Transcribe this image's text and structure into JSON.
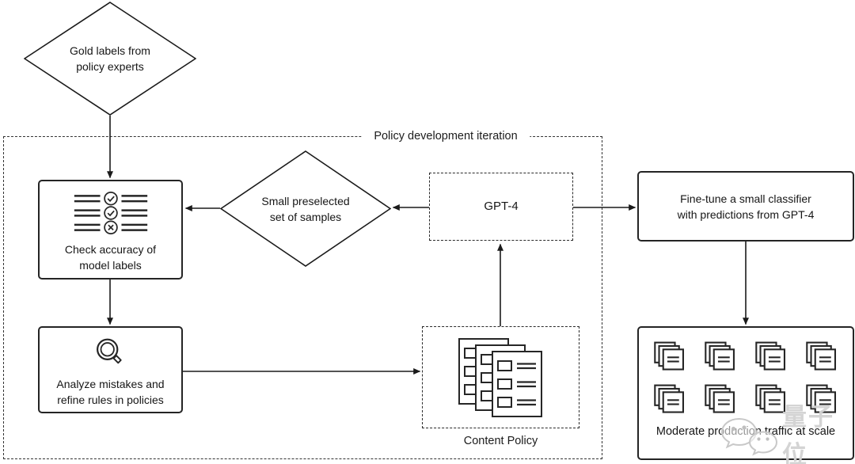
{
  "colors": {
    "line": "#1a1a1a",
    "background": "#ffffff",
    "watermark": "#d2d2d2"
  },
  "container": {
    "label": "Policy development iteration"
  },
  "nodes": {
    "gold_labels": {
      "shape": "diamond",
      "label": "Gold labels from\npolicy experts"
    },
    "check_accuracy": {
      "shape": "box",
      "label": "Check accuracy of\nmodel labels",
      "icon": "checklist-icon",
      "checklist_row_marks": [
        "check",
        "check",
        "cross"
      ]
    },
    "small_samples": {
      "shape": "diamond",
      "label": "Small preselected\nset of samples"
    },
    "gpt4": {
      "shape": "dashed-box",
      "label": "GPT-4"
    },
    "analyze": {
      "shape": "box",
      "label": "Analyze mistakes and\nrefine rules in policies",
      "icon": "magnifier-icon"
    },
    "content_policy": {
      "shape": "dashed-box",
      "label": "Content Policy",
      "icon": "documents-icon"
    },
    "fine_tune": {
      "shape": "box",
      "label": "Fine-tune a small classifier\nwith predictions from GPT-4"
    },
    "moderate": {
      "shape": "box",
      "label": "Moderate production traffic at scale",
      "icon": "document-stack-icon",
      "icon_grid": {
        "rows": 2,
        "cols": 4
      }
    }
  },
  "watermark": {
    "icon": "wechat-icon",
    "text": "量子位"
  }
}
